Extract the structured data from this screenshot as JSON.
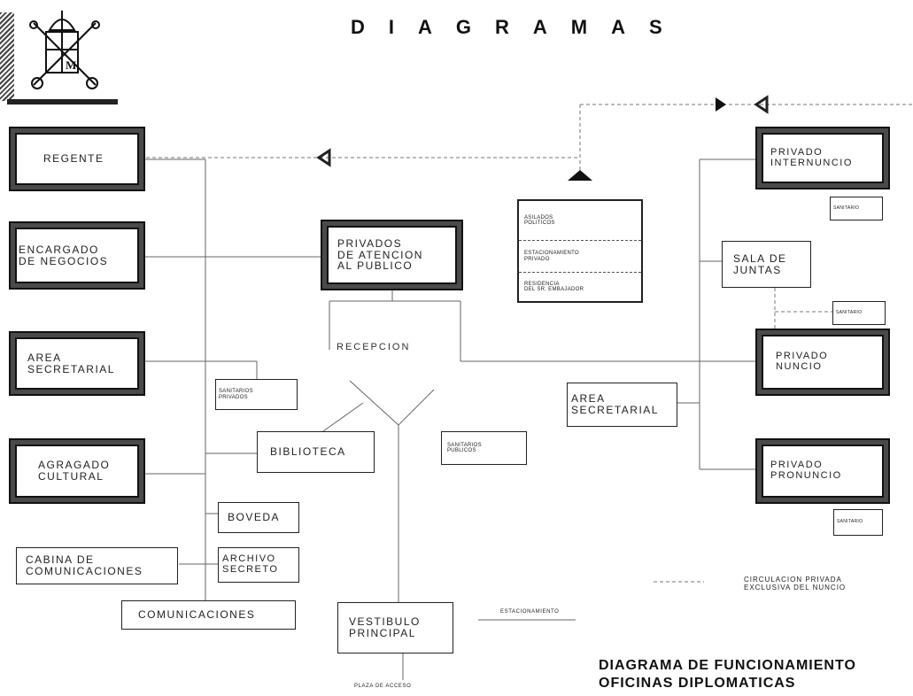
{
  "header": {
    "title": "DIAGRAMAS"
  },
  "logo": {
    "icon": "papal-coat-of-arms-icon",
    "letter": "M"
  },
  "boxes": {
    "regente": [
      "REGENTE"
    ],
    "encargado": [
      "ENCARGADO",
      "DE NEGOCIOS"
    ],
    "area_secretarial_left": [
      "AREA",
      "SECRETARIAL"
    ],
    "agregado": [
      "AGRAGADO",
      "CULTURAL"
    ],
    "cabina": [
      "CABINA DE",
      "COMUNICACIONES"
    ],
    "comunicaciones": [
      "COMUNICACIONES"
    ],
    "privados_atencion": [
      "PRIVADOS",
      "DE ATENCION",
      "AL PUBLICO"
    ],
    "recepcion": "RECEPCION",
    "sanitarios_privados": [
      "SANITARIOS",
      "PRIVADOS"
    ],
    "biblioteca": [
      "BIBLIOTECA"
    ],
    "boveda": [
      "BOVEDA"
    ],
    "archivo": [
      "ARCHIVO",
      "SECRETO"
    ],
    "vestibulo": [
      "VESTIBULO",
      "PRINCIPAL"
    ],
    "sanitarios_publicos": [
      "SANITARIOS",
      "PUBLICOS"
    ],
    "asilados_box": [
      "ASILADOS",
      "POLITICOS",
      "ESTACIONAMIENTO",
      "PRIVADO",
      "RESIDENCIA",
      "DEL SR. EMBAJADOR"
    ],
    "privado_internuncio": [
      "PRIVADO",
      "INTERNUNCIO"
    ],
    "sala_juntas": [
      "SALA DE",
      "JUNTAS"
    ],
    "privado_nuncio": [
      "PRIVADO",
      "NUNCIO"
    ],
    "area_secretarial_right": [
      "AREA",
      "SECRETARIAL"
    ],
    "privado_pronuncio": [
      "PRIVADO",
      "PRONUNCIO"
    ],
    "sanitario": "SANITARIO"
  },
  "labels": {
    "estacionamiento": "ESTACIONAMIENTO",
    "plaza_acceso": "PLAZA DE ACCESO"
  },
  "legend": {
    "line1": "CIRCULACION PRIVADA",
    "line2": "EXCLUSIVA DEL NUNCIO"
  },
  "caption": {
    "line1": "DIAGRAMA DE FUNCIONAMIENTO",
    "line2": "OFICINAS DIPLOMATICAS"
  }
}
